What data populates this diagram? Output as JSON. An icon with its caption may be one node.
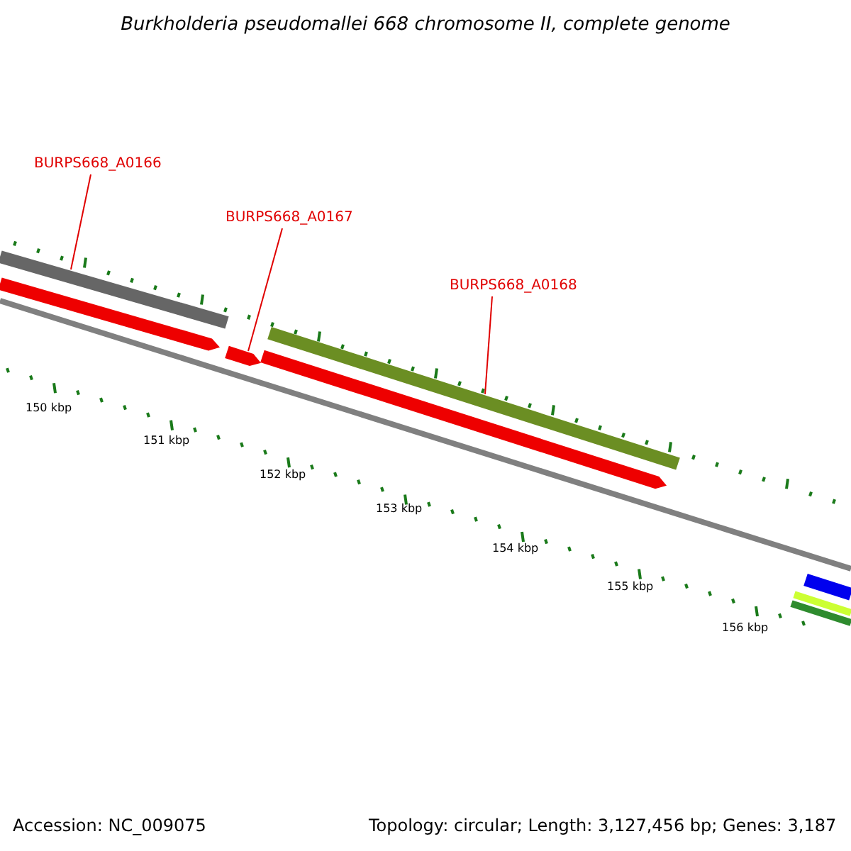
{
  "diagram": {
    "title": "Burkholderia pseudomallei 668 chromosome II, complete genome",
    "nodes": [
      {
        "text": [
          "BURPS668_A0166"
        ]
      },
      {
        "text": [],
        "shape": "bar"
      },
      {
        "text": [
          "BURPS668_A0167"
        ]
      },
      {
        "text": [],
        "shape": "bar"
      },
      {
        "text": [
          "BURPS668_A0168"
        ]
      },
      {
        "text": [],
        "shape": "bar"
      }
    ],
    "edges": [
      {
        "from": 0,
        "to": 1,
        "arrow": "none"
      },
      {
        "from": 2,
        "to": 3,
        "arrow": "none"
      },
      {
        "from": 4,
        "to": 5,
        "arrow": "none"
      }
    ],
    "labels": [
      "150 kbp",
      "151 kbp",
      "152 kbp",
      "153 kbp",
      "154 kbp",
      "155 kbp",
      "156 kbp",
      "Accession: NC_009075",
      "Topology: circular; Length: 3,127,456 bp; Genes: 3,187"
    ]
  }
}
